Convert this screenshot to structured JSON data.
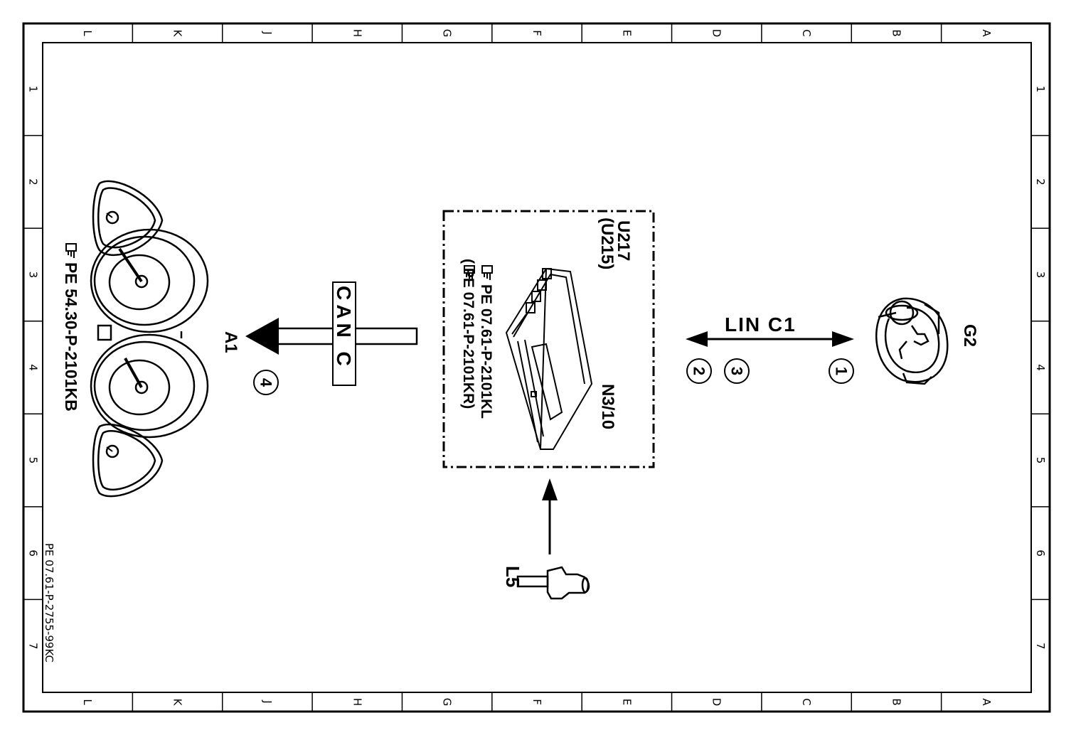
{
  "frame": {
    "columns": [
      "L",
      "K",
      "J",
      "H",
      "G",
      "F",
      "E",
      "D",
      "C",
      "B",
      "A"
    ],
    "rows": [
      "1",
      "2",
      "3",
      "4",
      "5",
      "6",
      "7"
    ]
  },
  "components": {
    "a1": {
      "designation": "A1",
      "reference": "PE 54.30-P-2101KB"
    },
    "n3_10": {
      "designation": "N3/10",
      "variant_1": "U217",
      "variant_2": "(U215)",
      "reference_1": "PE 07.61-P-2101KL",
      "reference_2": "(     PE 07.61-P-2101KR)"
    },
    "g2": {
      "designation": "G2"
    },
    "l5": {
      "designation": "L5"
    }
  },
  "connections": {
    "can": {
      "label": "CAN C",
      "marker": "4"
    },
    "lin": {
      "label": "LIN C1",
      "marker_left_1": "2",
      "marker_left_2": "3",
      "marker_right": "1"
    }
  },
  "document_id": "PE 07.61-P-2755-99KC",
  "icons": [
    "reference-hand-icon"
  ]
}
